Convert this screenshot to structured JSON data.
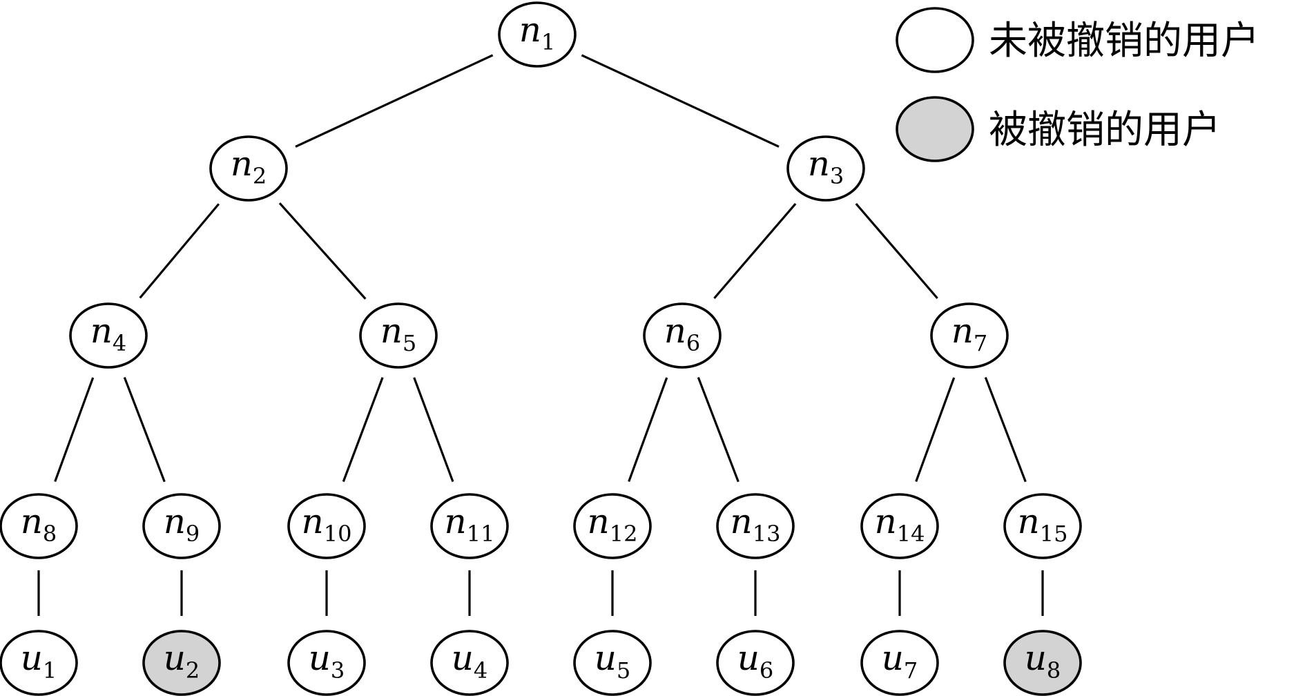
{
  "colors": {
    "not_revoked_fill": "#ffffff",
    "revoked_fill": "#d3d3d3",
    "stroke": "#000000"
  },
  "legend": {
    "not_revoked": {
      "label": "未被撤销的用户",
      "fill": "#ffffff"
    },
    "revoked": {
      "label": "被撤销的用户",
      "fill": "#d3d3d3"
    }
  },
  "nodes": [
    {
      "id": "n1",
      "var": "n",
      "sub": "1",
      "revoked": false
    },
    {
      "id": "n2",
      "var": "n",
      "sub": "2",
      "revoked": false
    },
    {
      "id": "n3",
      "var": "n",
      "sub": "3",
      "revoked": false
    },
    {
      "id": "n4",
      "var": "n",
      "sub": "4",
      "revoked": false
    },
    {
      "id": "n5",
      "var": "n",
      "sub": "5",
      "revoked": false
    },
    {
      "id": "n6",
      "var": "n",
      "sub": "6",
      "revoked": false
    },
    {
      "id": "n7",
      "var": "n",
      "sub": "7",
      "revoked": false
    },
    {
      "id": "n8",
      "var": "n",
      "sub": "8",
      "revoked": false
    },
    {
      "id": "n9",
      "var": "n",
      "sub": "9",
      "revoked": false
    },
    {
      "id": "n10",
      "var": "n",
      "sub": "10",
      "revoked": false
    },
    {
      "id": "n11",
      "var": "n",
      "sub": "11",
      "revoked": false
    },
    {
      "id": "n12",
      "var": "n",
      "sub": "12",
      "revoked": false
    },
    {
      "id": "n13",
      "var": "n",
      "sub": "13",
      "revoked": false
    },
    {
      "id": "n14",
      "var": "n",
      "sub": "14",
      "revoked": false
    },
    {
      "id": "n15",
      "var": "n",
      "sub": "15",
      "revoked": false
    },
    {
      "id": "u1",
      "var": "u",
      "sub": "1",
      "revoked": false
    },
    {
      "id": "u2",
      "var": "u",
      "sub": "2",
      "revoked": true
    },
    {
      "id": "u3",
      "var": "u",
      "sub": "3",
      "revoked": false
    },
    {
      "id": "u4",
      "var": "u",
      "sub": "4",
      "revoked": false
    },
    {
      "id": "u5",
      "var": "u",
      "sub": "5",
      "revoked": false
    },
    {
      "id": "u6",
      "var": "u",
      "sub": "6",
      "revoked": false
    },
    {
      "id": "u7",
      "var": "u",
      "sub": "7",
      "revoked": false
    },
    {
      "id": "u8",
      "var": "u",
      "sub": "8",
      "revoked": true
    }
  ],
  "edges": [
    [
      "n1",
      "n2"
    ],
    [
      "n1",
      "n3"
    ],
    [
      "n2",
      "n4"
    ],
    [
      "n2",
      "n5"
    ],
    [
      "n3",
      "n6"
    ],
    [
      "n3",
      "n7"
    ],
    [
      "n4",
      "n8"
    ],
    [
      "n4",
      "n9"
    ],
    [
      "n5",
      "n10"
    ],
    [
      "n5",
      "n11"
    ],
    [
      "n6",
      "n12"
    ],
    [
      "n6",
      "n13"
    ],
    [
      "n7",
      "n14"
    ],
    [
      "n7",
      "n15"
    ],
    [
      "n8",
      "u1"
    ],
    [
      "n9",
      "u2"
    ],
    [
      "n10",
      "u3"
    ],
    [
      "n11",
      "u4"
    ],
    [
      "n12",
      "u5"
    ],
    [
      "n13",
      "u6"
    ],
    [
      "n14",
      "u7"
    ],
    [
      "n15",
      "u8"
    ]
  ]
}
